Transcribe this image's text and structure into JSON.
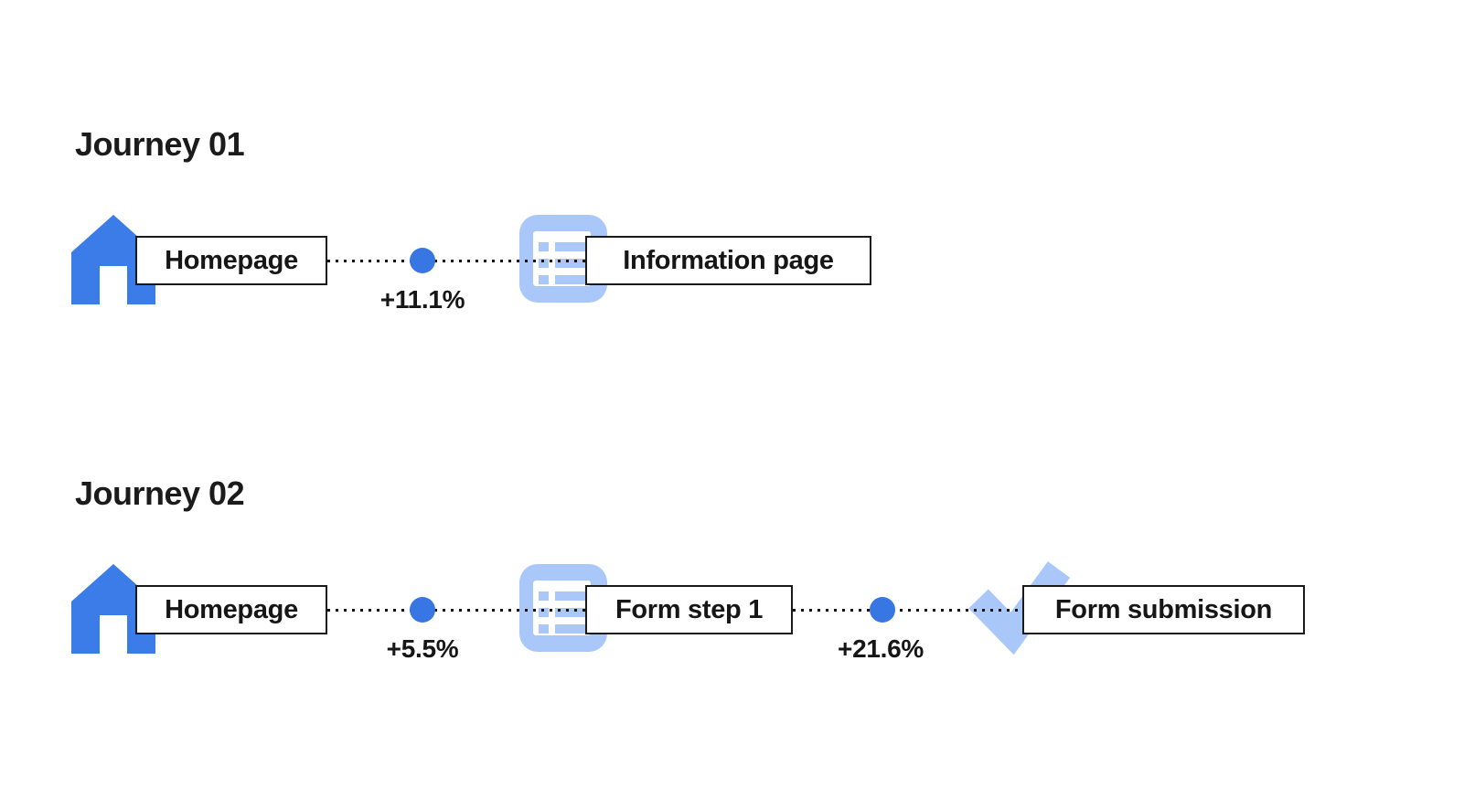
{
  "colors": {
    "primary_blue": "#3C7CE8",
    "dot_blue": "#3876E4",
    "light_blue": "#A9C8F9",
    "line_color": "#111111",
    "background": "#FFFFFF"
  },
  "journeys": [
    {
      "title": "Journey 01",
      "nodes": [
        {
          "icon": "home-icon",
          "label": "Homepage"
        },
        {
          "icon": "info-page-icon",
          "label": "Information page"
        }
      ],
      "transitions": [
        {
          "delta": "+11.1%"
        }
      ]
    },
    {
      "title": "Journey 02",
      "nodes": [
        {
          "icon": "home-icon",
          "label": "Homepage"
        },
        {
          "icon": "form-step-icon",
          "label": "Form step 1"
        },
        {
          "icon": "check-icon",
          "label": "Form submission"
        }
      ],
      "transitions": [
        {
          "delta": "+5.5%"
        },
        {
          "delta": "+21.6%"
        }
      ]
    }
  ]
}
